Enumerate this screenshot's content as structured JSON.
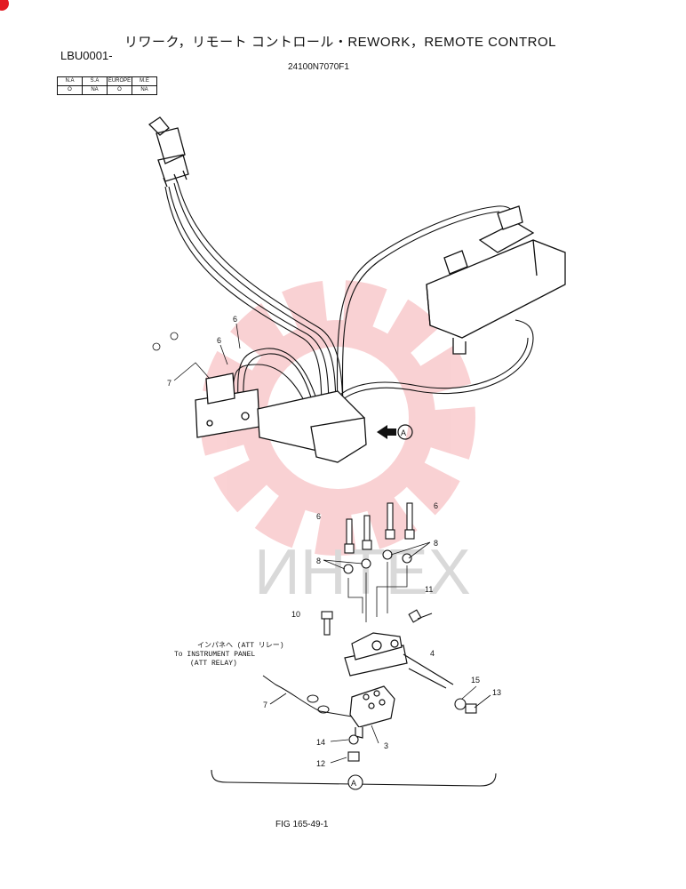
{
  "header": {
    "title": "リワーク，リモート コントロール・REWORK，REMOTE CONTROL",
    "code": "LBU0001-",
    "part_number": "24100N7070F1"
  },
  "spec_table": {
    "headers": [
      "N.A",
      "S.A",
      "EUROPE",
      "M.E"
    ],
    "values": [
      "O",
      "NA",
      "O",
      "NA"
    ]
  },
  "callouts": {
    "c6a": "6",
    "c6b": "6",
    "c7a": "7",
    "c6c": "6",
    "c6d": "6",
    "c8a": "8",
    "c8b": "8",
    "c11": "11",
    "c10": "10",
    "c4": "4",
    "c7b": "7",
    "c15": "15",
    "c13": "13",
    "c3": "3",
    "c14": "14",
    "c12": "12"
  },
  "view_marker": "A",
  "note": {
    "jp": "インパネへ (ATT リレー)",
    "line1": "To INSTRUMENT PANEL",
    "line2": "(ATT RELAY)"
  },
  "watermark": "ИНТЕХ",
  "watermark_color": "#e8323c",
  "figure_number": "FIG 165-49-1"
}
